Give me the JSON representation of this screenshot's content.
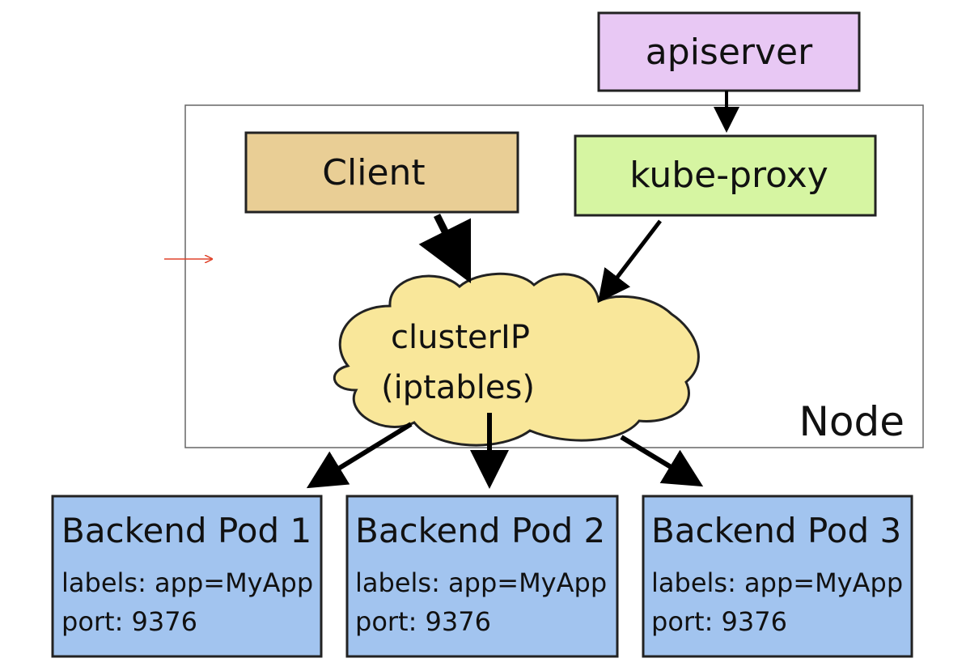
{
  "apiserver": {
    "label": "apiserver",
    "color": "#E8C8F4"
  },
  "client": {
    "label": "Client",
    "color": "#E9CE95"
  },
  "kube_proxy": {
    "label": "kube-proxy",
    "color": "#D6F5A2"
  },
  "cluster_ip": {
    "line1": "clusterIP",
    "line2": "(iptables)",
    "color": "#F9E79A"
  },
  "node": {
    "label": "Node"
  },
  "pods": [
    {
      "title": "Backend Pod 1",
      "labels": "labels: app=MyApp",
      "port": "port: 9376"
    },
    {
      "title": "Backend Pod 2",
      "labels": "labels: app=MyApp",
      "port": "port: 9376"
    },
    {
      "title": "Backend Pod 3",
      "labels": "labels: app=MyApp",
      "port": "port: 9376"
    }
  ],
  "pod_color": "#A2C4EF",
  "marker_arrow_color": "#E0442B"
}
